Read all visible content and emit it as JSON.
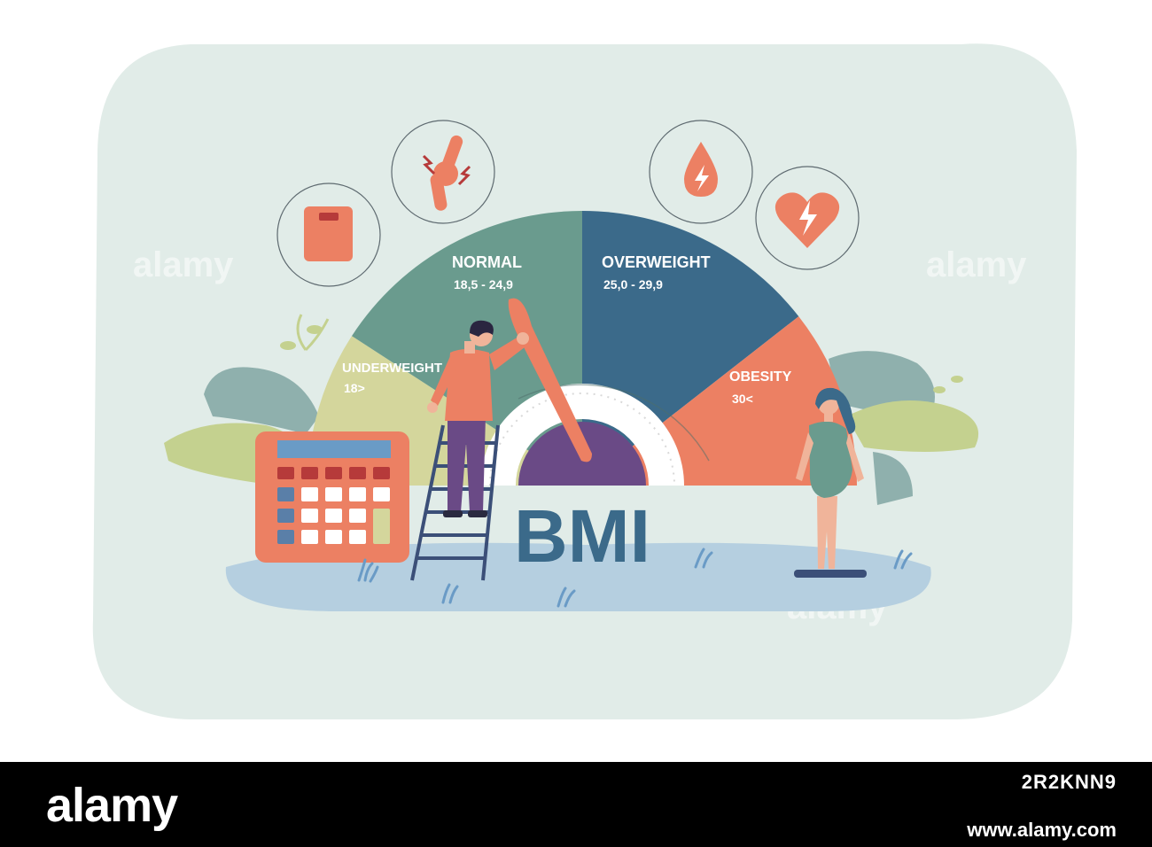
{
  "gauge": {
    "segments": [
      {
        "label": "UNDERWEIGHT",
        "range": "18>",
        "color": "#d4d69c"
      },
      {
        "label": "NORMAL",
        "range": "18,5 - 24,9",
        "color": "#6a9b8e"
      },
      {
        "label": "OVERWEIGHT",
        "range": "25,0 - 29,9",
        "color": "#3b6a8a"
      },
      {
        "label": "OBESITY",
        "range": "30<",
        "color": "#ec8063"
      }
    ],
    "title": "BMI",
    "needle_color": "#ec8063",
    "hub_color": "#6a4a86"
  },
  "icons": [
    "scale-icon",
    "joint-pain-icon",
    "blood-drop-icon",
    "heart-attack-icon"
  ],
  "watermark": "alamy",
  "colors": {
    "background_blob": "#e1ece8",
    "accent_orange": "#ec8063",
    "navy": "#3b6a8a",
    "teal": "#6a9b8e",
    "calculator_blue": "#5a7fa8"
  },
  "footer": {
    "logo": "alamy",
    "image_id": "2R2KNN9",
    "url": "www.alamy.com"
  }
}
